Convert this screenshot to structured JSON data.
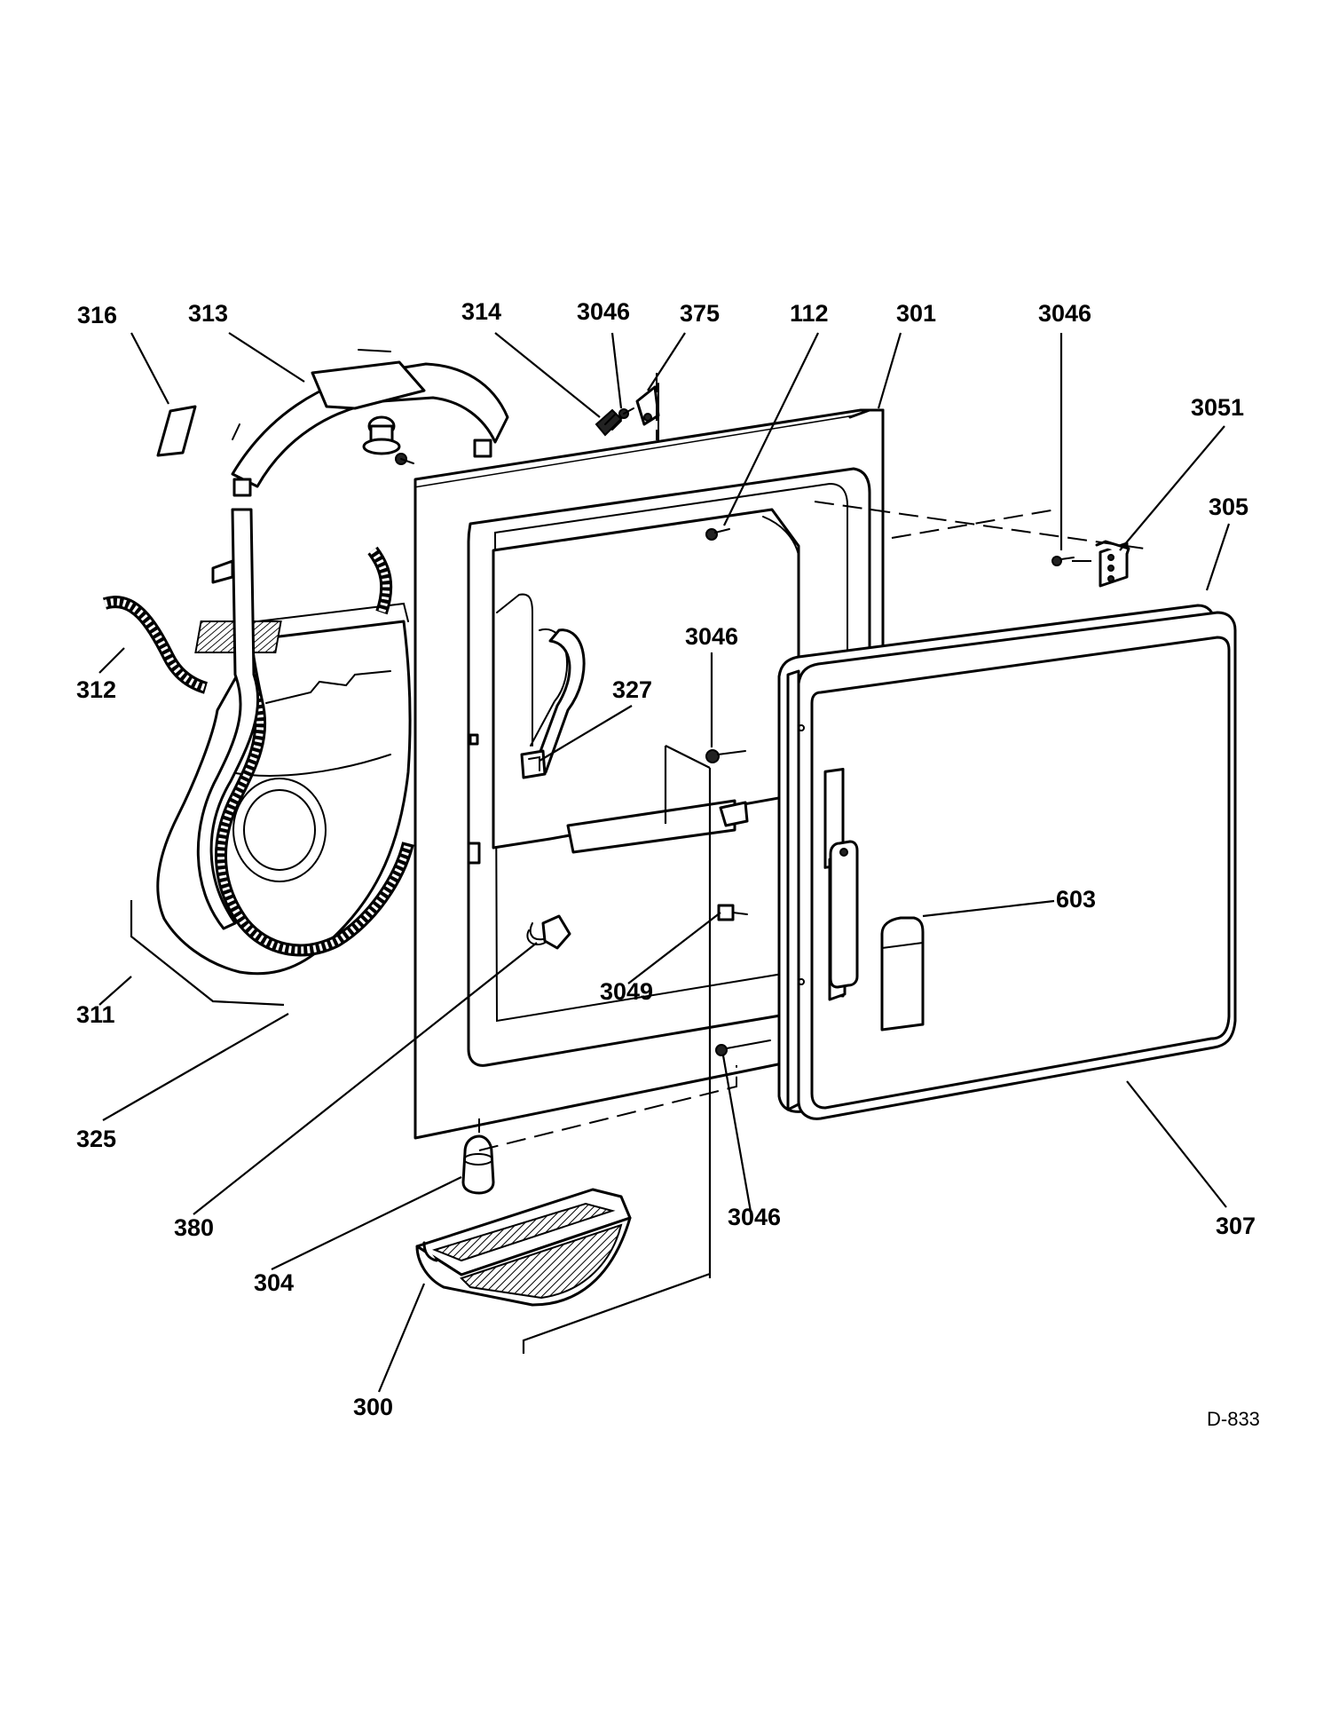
{
  "diagram_code": "D-833",
  "callouts": {
    "c316": "316",
    "c313": "313",
    "c314": "314",
    "c3046_top": "3046",
    "c375": "375",
    "c112": "112",
    "c301": "301",
    "c3046_right": "3046",
    "c3051": "3051",
    "c305": "305",
    "c312": "312",
    "c3046_mid": "3046",
    "c327": "327",
    "c603": "603",
    "c311": "311",
    "c3049": "3049",
    "c325": "325",
    "c380": "380",
    "c3046_bottom": "3046",
    "c307": "307",
    "c304": "304",
    "c300": "300"
  }
}
